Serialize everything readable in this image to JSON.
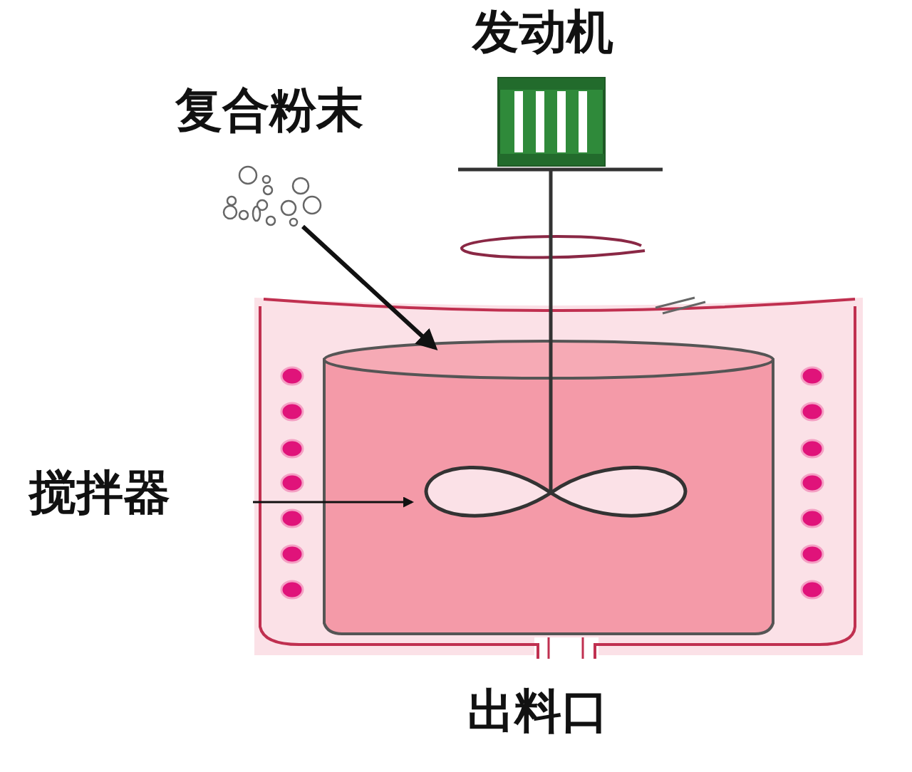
{
  "diagram": {
    "labels": [
      "发动机",
      "复合粉末",
      "搅拌器",
      "出料口"
    ]
  }
}
